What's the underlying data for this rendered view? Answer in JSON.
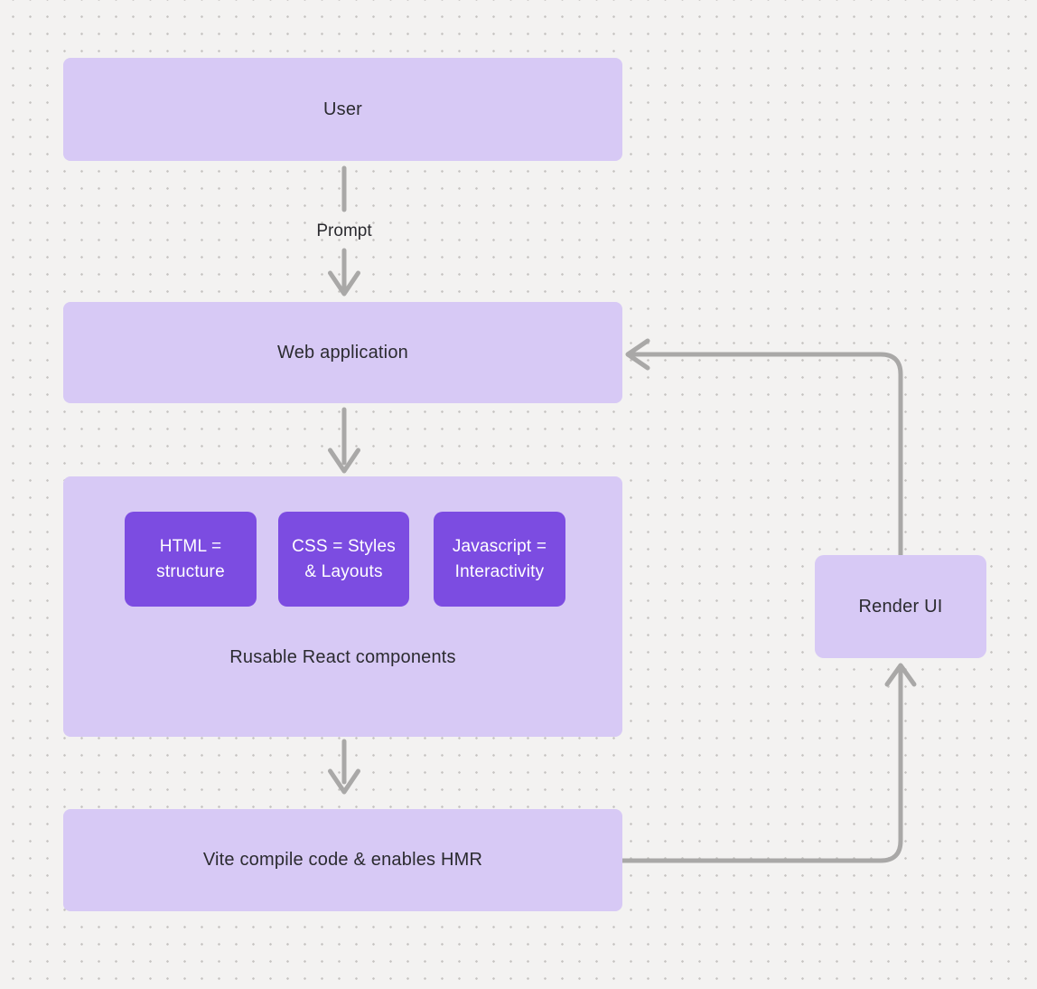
{
  "colors": {
    "background": "#f3f2f1",
    "dot_grid": "#c5c3c1",
    "node_fill": "#d7c9f5",
    "chip_fill": "#7c4ce1",
    "chip_text": "#ffffff",
    "connector": "#a9a8a7",
    "label_text": "#2b2b30"
  },
  "nodes": {
    "user": {
      "label": "User"
    },
    "web_application": {
      "label": "Web application"
    },
    "components": {
      "caption": "Rusable React components",
      "chips": [
        {
          "line1": "HTML =",
          "line2": "structure"
        },
        {
          "line1": "CSS = Styles",
          "line2": "& Layouts"
        },
        {
          "line1": "Javascript =",
          "line2": "Interactivity"
        }
      ]
    },
    "vite": {
      "label": "Vite compile code & enables HMR"
    },
    "render_ui": {
      "label": "Render UI"
    }
  },
  "edges": {
    "prompt_label": "Prompt"
  }
}
